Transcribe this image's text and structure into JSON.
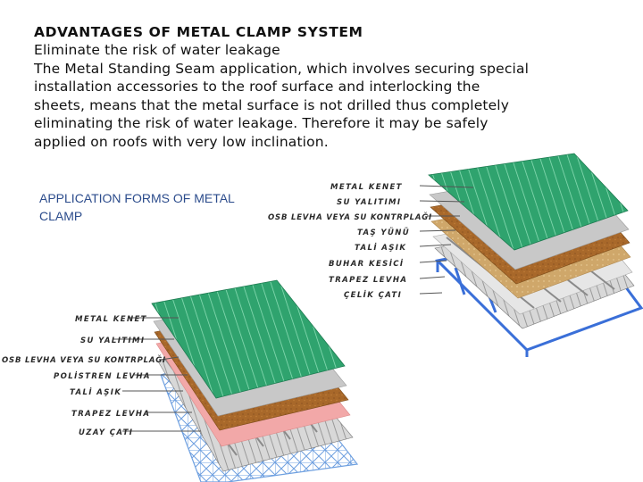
{
  "heading": "ADVANTAGES OF METAL CLAMP SYSTEM",
  "paragraph_lines": [
    "Eliminate the risk of water leakage",
    "The Metal Standing Seam application, which involves securing special",
    "installation accessories to the roof surface and interlocking the",
    "sheets, means that the metal surface is not drilled thus completely",
    "eliminating the risk of water leakage. Therefore it may be safely",
    "applied on roofs with very low inclination."
  ],
  "subtitle_lines": [
    "APPLICATION FORMS OF METAL",
    "CLAMP"
  ],
  "diagram_top": {
    "labels": [
      "METAL KENET",
      "SU YALITIMI",
      "OSB LEVHA VEYA SU KONTRPLAĞI",
      "TAŞ YÜNÜ",
      "TALİ AŞIK",
      "BUHAR KESİCİ",
      "TRAPEZ LEVHA",
      "ÇELİK ÇATI"
    ]
  },
  "diagram_bottom": {
    "labels": [
      "METAL KENET",
      "SU YALITIMI",
      "OSB LEVHA VEYA SU KONTRPLAĞI",
      "POLİSTREN LEVHA",
      "TALİ AŞIK",
      "TRAPEZ LEVHA",
      "UZAY ÇATI"
    ]
  },
  "colors": {
    "metal_sheet": "#2fa36e",
    "water_insulation": "#c8c8c8",
    "osb": "#a8682a",
    "stone_wool": "#cfa76a",
    "polystyrene": "#f2a8a8",
    "steel_frame": "#3a6fd8",
    "space_frame": "#6fa0e0",
    "subtitle": "#2c4c8c"
  }
}
